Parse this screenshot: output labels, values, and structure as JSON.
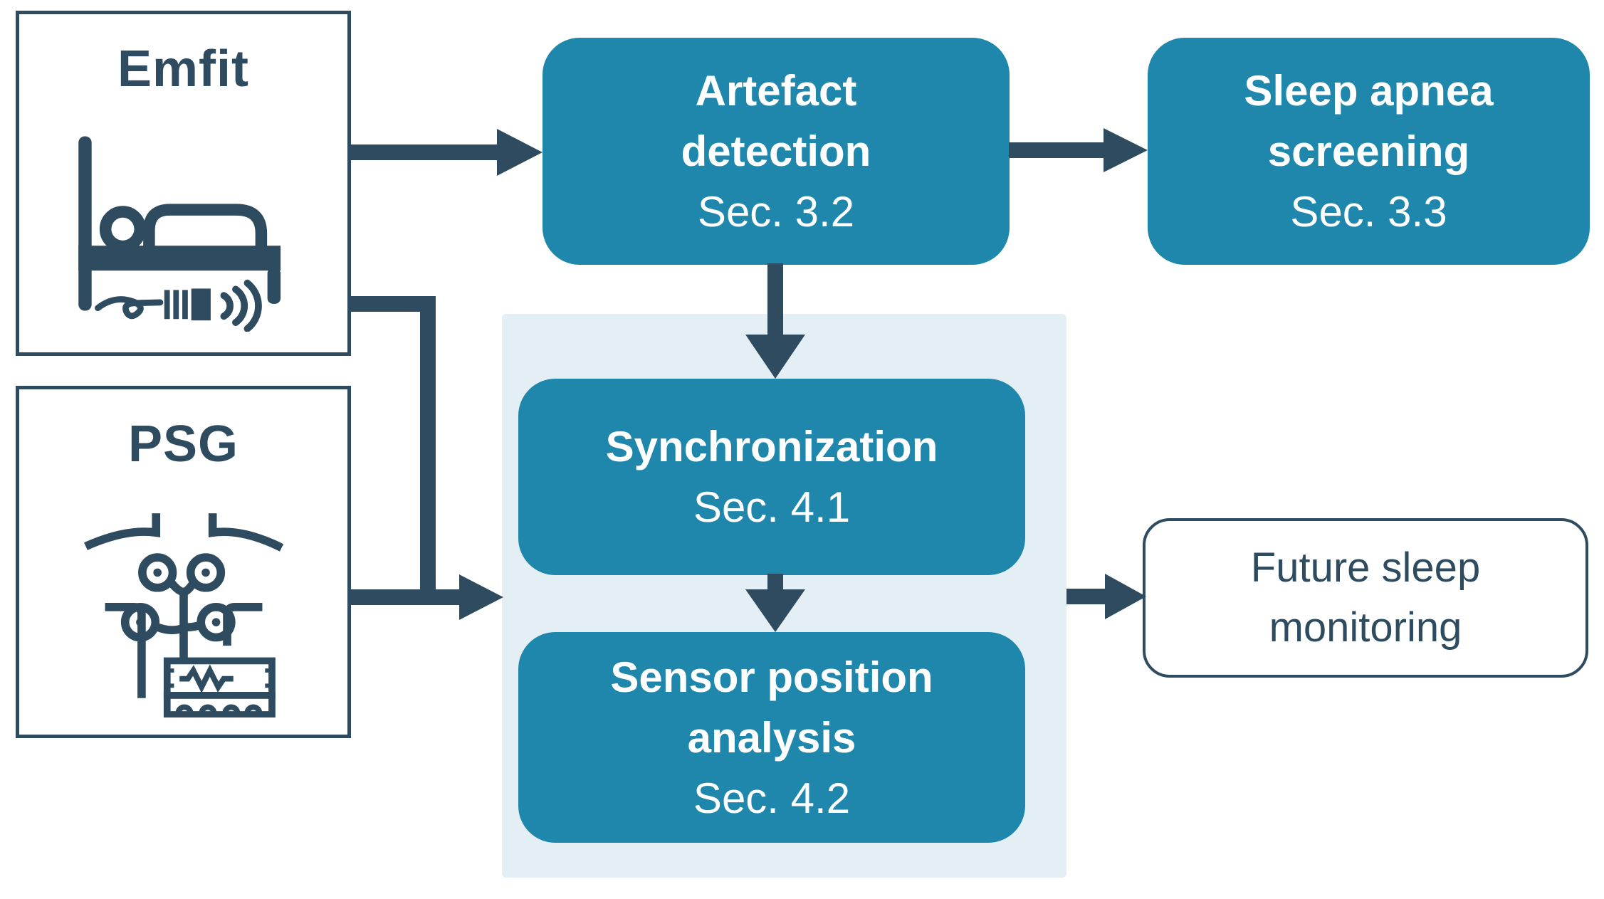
{
  "diagram": {
    "nodes": {
      "emfit": {
        "title": "Emfit",
        "icon": "bed-sensor-icon"
      },
      "psg": {
        "title": "PSG",
        "icon": "psg-electrodes-icon"
      },
      "artefact_detection": {
        "line1": "Artefact",
        "line2": "detection",
        "section": "Sec. 3.2"
      },
      "sleep_apnea_screening": {
        "line1": "Sleep apnea",
        "line2": "screening",
        "section": "Sec. 3.3"
      },
      "synchronization": {
        "line1": "Synchronization",
        "section": "Sec. 4.1"
      },
      "sensor_position_analysis": {
        "line1": "Sensor position",
        "line2": "analysis",
        "section": "Sec. 4.2"
      },
      "future_sleep_monitoring": {
        "line1": "Future sleep",
        "line2": "monitoring"
      }
    },
    "colors": {
      "teal": "#1F87AB",
      "slate": "#2E4B60",
      "panel_blue": "#E4EEF5",
      "white": "#FFFFFF"
    }
  }
}
